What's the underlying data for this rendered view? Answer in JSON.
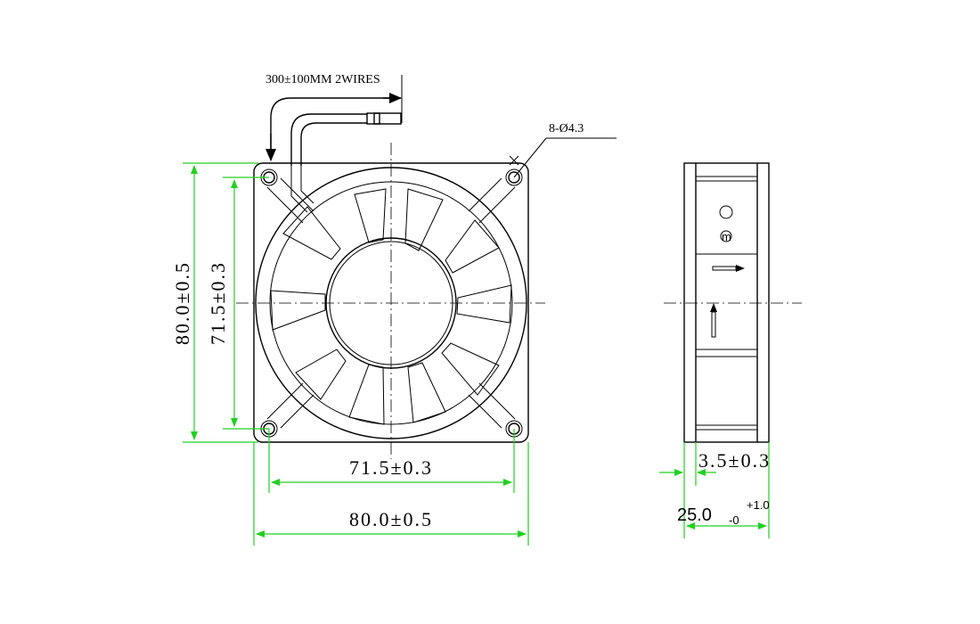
{
  "front_view": {
    "wire_note": "300±100MM 2WIRES",
    "hole_note": "8-Ø4.3",
    "height_outer": "80.0±0.5",
    "height_holes": "71.5±0.3",
    "width_holes": "71.5±0.3",
    "width_outer": "80.0±0.5"
  },
  "side_view": {
    "flange_thickness": "3.5±0.3",
    "depth_base": "25.0",
    "depth_lower_tol": "-0",
    "depth_upper_tol": "+1.0"
  },
  "colors": {
    "dimension_line": "#22d022",
    "outline": "#000000"
  }
}
